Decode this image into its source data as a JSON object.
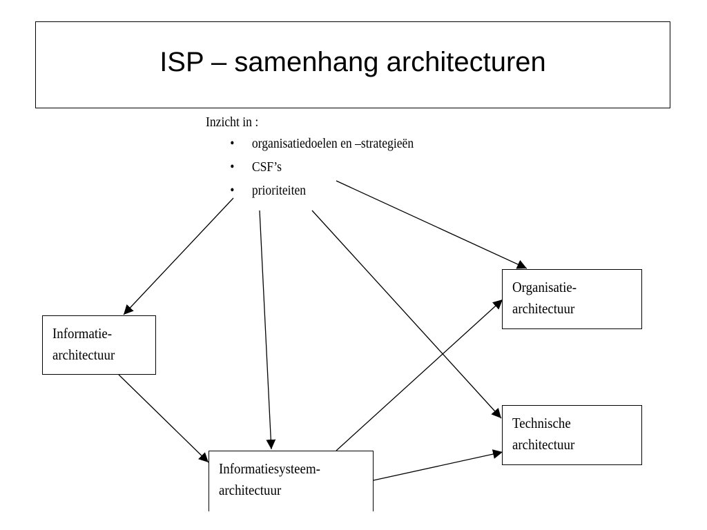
{
  "title": "ISP – samenhang architecturen",
  "insight": {
    "heading": "Inzicht in :",
    "items": [
      {
        "label": "organisatiedoelen en –strategieën"
      },
      {
        "label": "CSF’s"
      },
      {
        "label": "prioriteiten"
      }
    ]
  },
  "boxes": {
    "information": {
      "line1": "Informatie-",
      "line2": "architectuur"
    },
    "information_system": {
      "line1": "Informatiesysteem-",
      "line2": "architectuur"
    },
    "organisation": {
      "line1": "Organisatie-",
      "line2": "architectuur"
    },
    "technical": {
      "line1": "Technische",
      "line2": "architectuur"
    }
  },
  "bullet_glyph": "•",
  "line_color": "#000000"
}
